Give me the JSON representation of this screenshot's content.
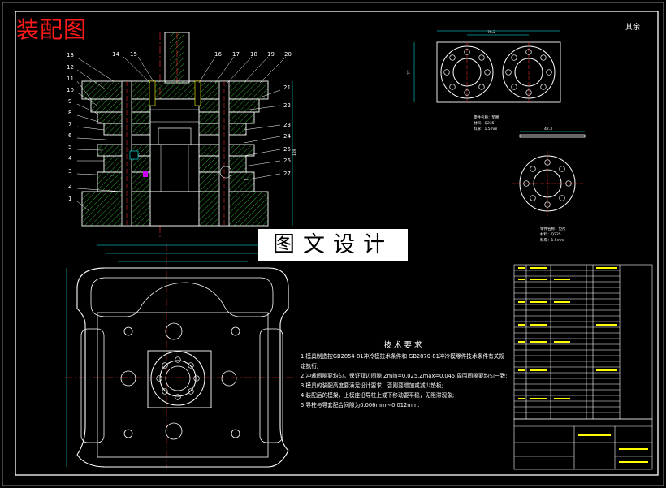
{
  "title": "装配图",
  "watermark": "图文设计",
  "corner_mark": "其余",
  "part_labels_left": [
    "13",
    "12",
    "11",
    "10",
    "9",
    "8",
    "7",
    "6",
    "5",
    "4",
    "3",
    "2",
    "1"
  ],
  "part_labels_top": [
    "14",
    "15",
    "16",
    "17",
    "18",
    "19",
    "20"
  ],
  "part_labels_right": [
    "21",
    "22",
    "23",
    "24",
    "25",
    "26",
    "27"
  ],
  "dimension_labels": {
    "width_top": "76.2",
    "height_left": "77",
    "ring_diameter": "42.3",
    "assembly_height": "189"
  },
  "part1_notes": [
    "零件名称：垫圈",
    "材料：Q235",
    "料厚：1.5mm"
  ],
  "part2_notes": [
    "零件名称：垫片",
    "材料：Q235",
    "料厚：1.5mm"
  ],
  "tech_title": "技术要求",
  "tech_lines": [
    "1.模具制造按GB2854-81冲冷模技术条件和 GB2870-81冲冷模零件技术条件有关规定执行;",
    "2.冲裁间隙要均匀，保证双边间隙 Zmin=0.025,Zmax=0.045,周围间隙要均匀一致;",
    "3.模具的装配高度要满足设计要求，否则要增加或减少垫板;",
    "4.装配后的模架，上模座沿导柱上或下移动要平稳，无阻滞现象;",
    "5.导柱与导套配合间隙为0.006mm～0.012mm."
  ]
}
